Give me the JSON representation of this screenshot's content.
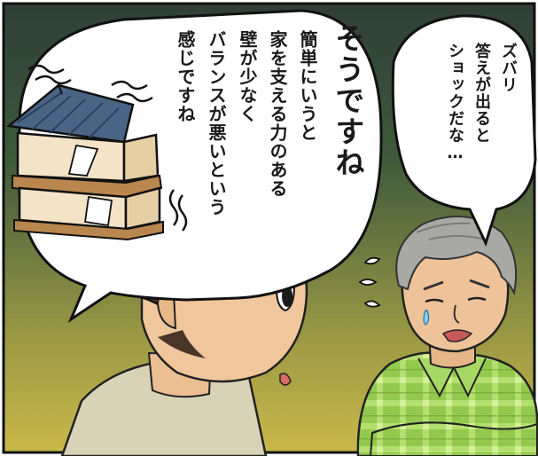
{
  "panel": {
    "staff_speech": {
      "exclamation": "そうですね",
      "lines": [
        "簡単にいうと",
        "家を支える力のある",
        "壁が少なく",
        "バランスが悪いという",
        "感じですね"
      ]
    },
    "man_speech": {
      "lines": [
        "ズバリ",
        "答えが出ると",
        "ショックだな…"
      ]
    }
  }
}
